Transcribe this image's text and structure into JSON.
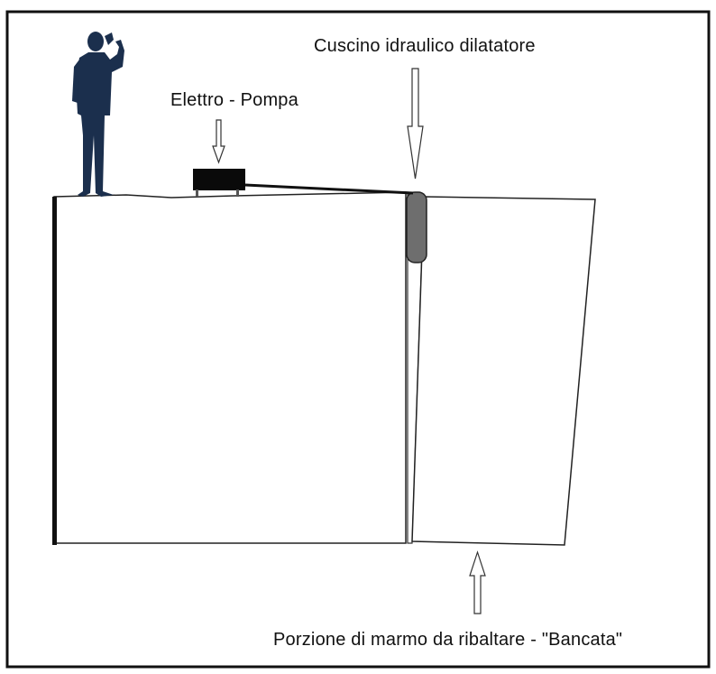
{
  "labels": {
    "cushion": "Cuscino idraulico dilatatore",
    "pump": "Elettro - Pompa",
    "block": "Porzione di marmo da ribaltare - \"Bancata\""
  },
  "icons": {
    "worker": "person-silhouette-icon",
    "pump": "pump-box-icon",
    "cushion": "hydraulic-cushion-icon"
  },
  "colors": {
    "worker": "#1b2f4d",
    "pump": "#0a0a0a",
    "cushion": "#6e6e6e",
    "line": "#111111"
  }
}
